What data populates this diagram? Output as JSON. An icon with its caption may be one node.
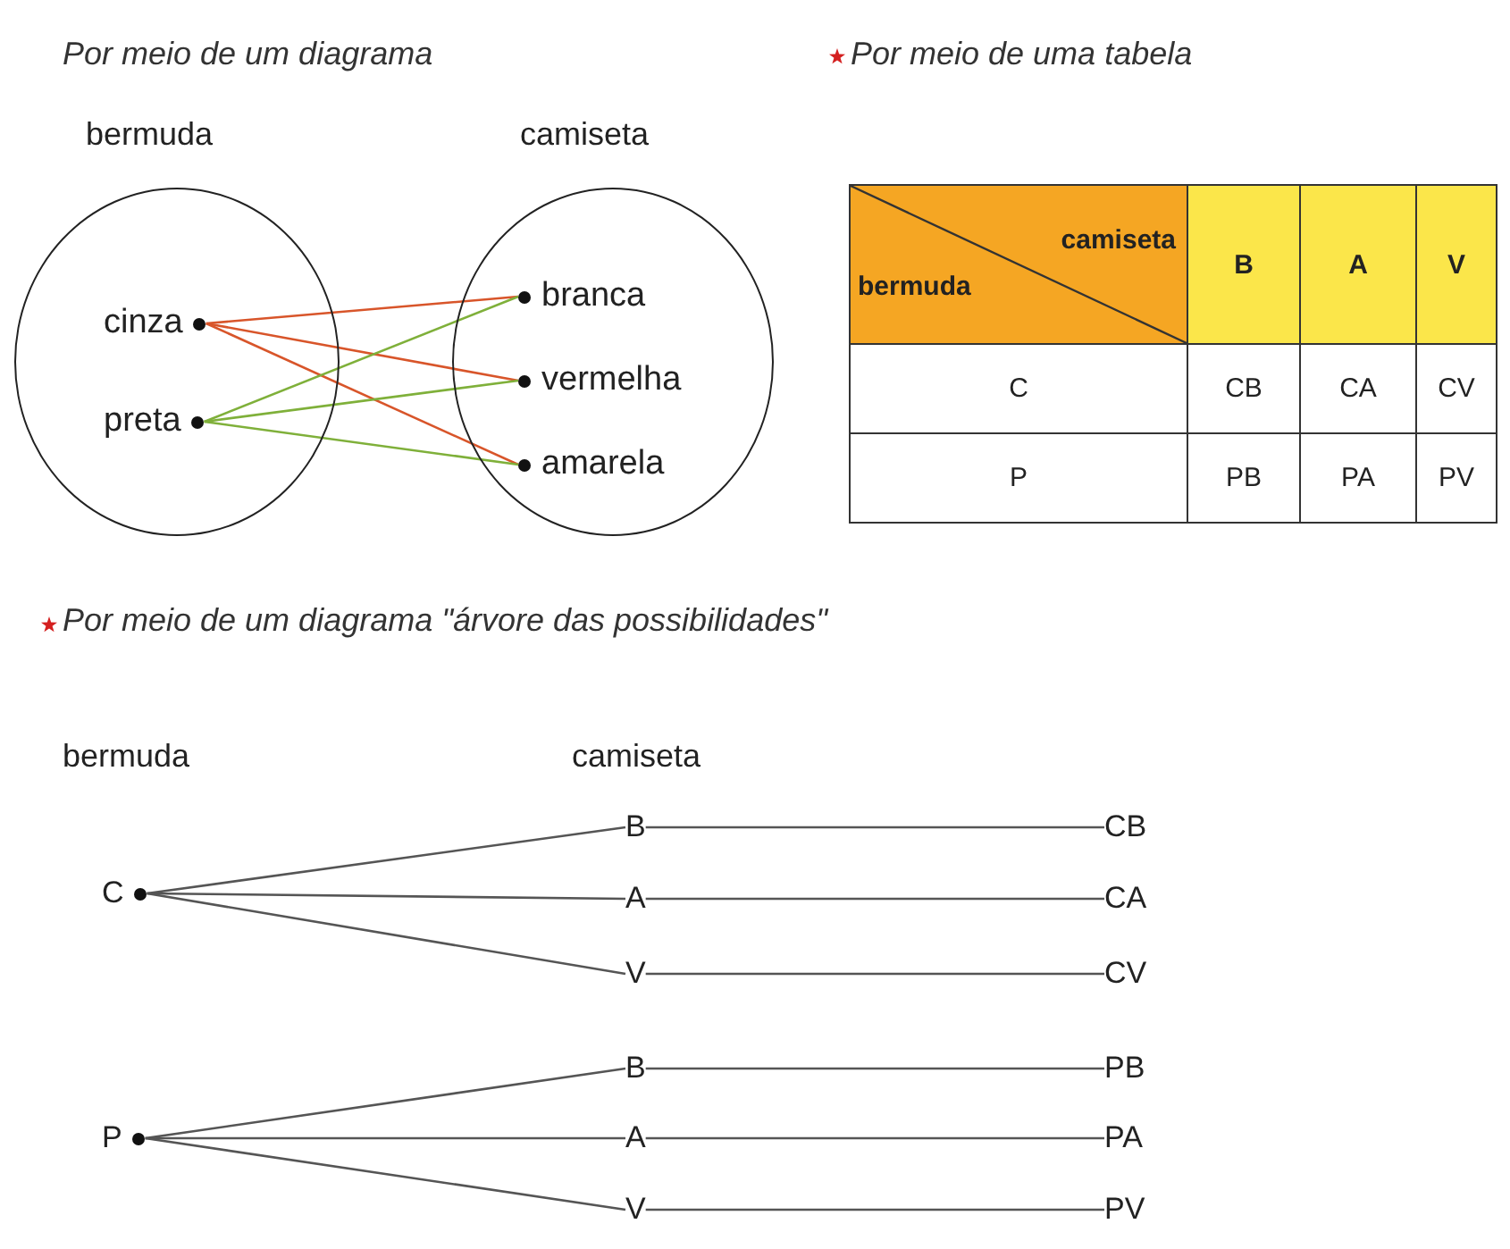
{
  "diagram": {
    "nodes": [
      {
        "text": [
          "bermuda"
        ]
      },
      {
        "text": [
          "cinza"
        ],
        "in": 0
      },
      {
        "text": [
          "preta"
        ],
        "in": 0
      },
      {
        "text": [
          "camiseta"
        ]
      },
      {
        "text": [
          "branca"
        ],
        "in": 3
      },
      {
        "text": [
          "vermelha"
        ],
        "in": 3
      },
      {
        "text": [
          "amarela"
        ],
        "in": 3
      },
      {
        "text": [
          "C"
        ]
      },
      {
        "text": [
          "B"
        ]
      },
      {
        "text": [
          "A"
        ]
      },
      {
        "text": [
          "V"
        ]
      },
      {
        "text": [
          "CB"
        ]
      },
      {
        "text": [
          "CA"
        ]
      },
      {
        "text": [
          "CV"
        ]
      },
      {
        "text": [
          "P"
        ]
      },
      {
        "text": [
          "B"
        ]
      },
      {
        "text": [
          "A"
        ]
      },
      {
        "text": [
          "V"
        ]
      },
      {
        "text": [
          "PB"
        ]
      },
      {
        "text": [
          "PA"
        ]
      },
      {
        "text": [
          "PV"
        ]
      }
    ],
    "edges": [
      {
        "from": 1,
        "to": 4,
        "arrow": "none",
        "color": "#d8552a"
      },
      {
        "from": 1,
        "to": 5,
        "arrow": "none",
        "color": "#d8552a"
      },
      {
        "from": 1,
        "to": 6,
        "arrow": "none",
        "color": "#d8552a"
      },
      {
        "from": 2,
        "to": 4,
        "arrow": "none",
        "color": "#7fb03a"
      },
      {
        "from": 2,
        "to": 5,
        "arrow": "none",
        "color": "#7fb03a"
      },
      {
        "from": 2,
        "to": 6,
        "arrow": "none",
        "color": "#7fb03a"
      },
      {
        "from": 7,
        "to": 8,
        "arrow": "none"
      },
      {
        "from": 7,
        "to": 9,
        "arrow": "none"
      },
      {
        "from": 7,
        "to": 10,
        "arrow": "none"
      },
      {
        "from": 8,
        "to": 11,
        "arrow": "none"
      },
      {
        "from": 9,
        "to": 12,
        "arrow": "none"
      },
      {
        "from": 10,
        "to": 13,
        "arrow": "none"
      },
      {
        "from": 14,
        "to": 15,
        "arrow": "none"
      },
      {
        "from": 14,
        "to": 16,
        "arrow": "none"
      },
      {
        "from": 14,
        "to": 17,
        "arrow": "none"
      },
      {
        "from": 15,
        "to": 18,
        "arrow": "none"
      },
      {
        "from": 16,
        "to": 19,
        "arrow": "none"
      },
      {
        "from": 17,
        "to": 20,
        "arrow": "none"
      }
    ],
    "labels": [
      "Por meio de um diagrama",
      "Por meio de uma tabela",
      "camiseta",
      "bermuda",
      "B",
      "A",
      "V",
      "C",
      "CB",
      "CA",
      "CV",
      "P",
      "PB",
      "PA",
      "PV",
      "Por meio de um diagrama \"árvore das possibilidades\"",
      "bermuda",
      "camiseta"
    ]
  }
}
